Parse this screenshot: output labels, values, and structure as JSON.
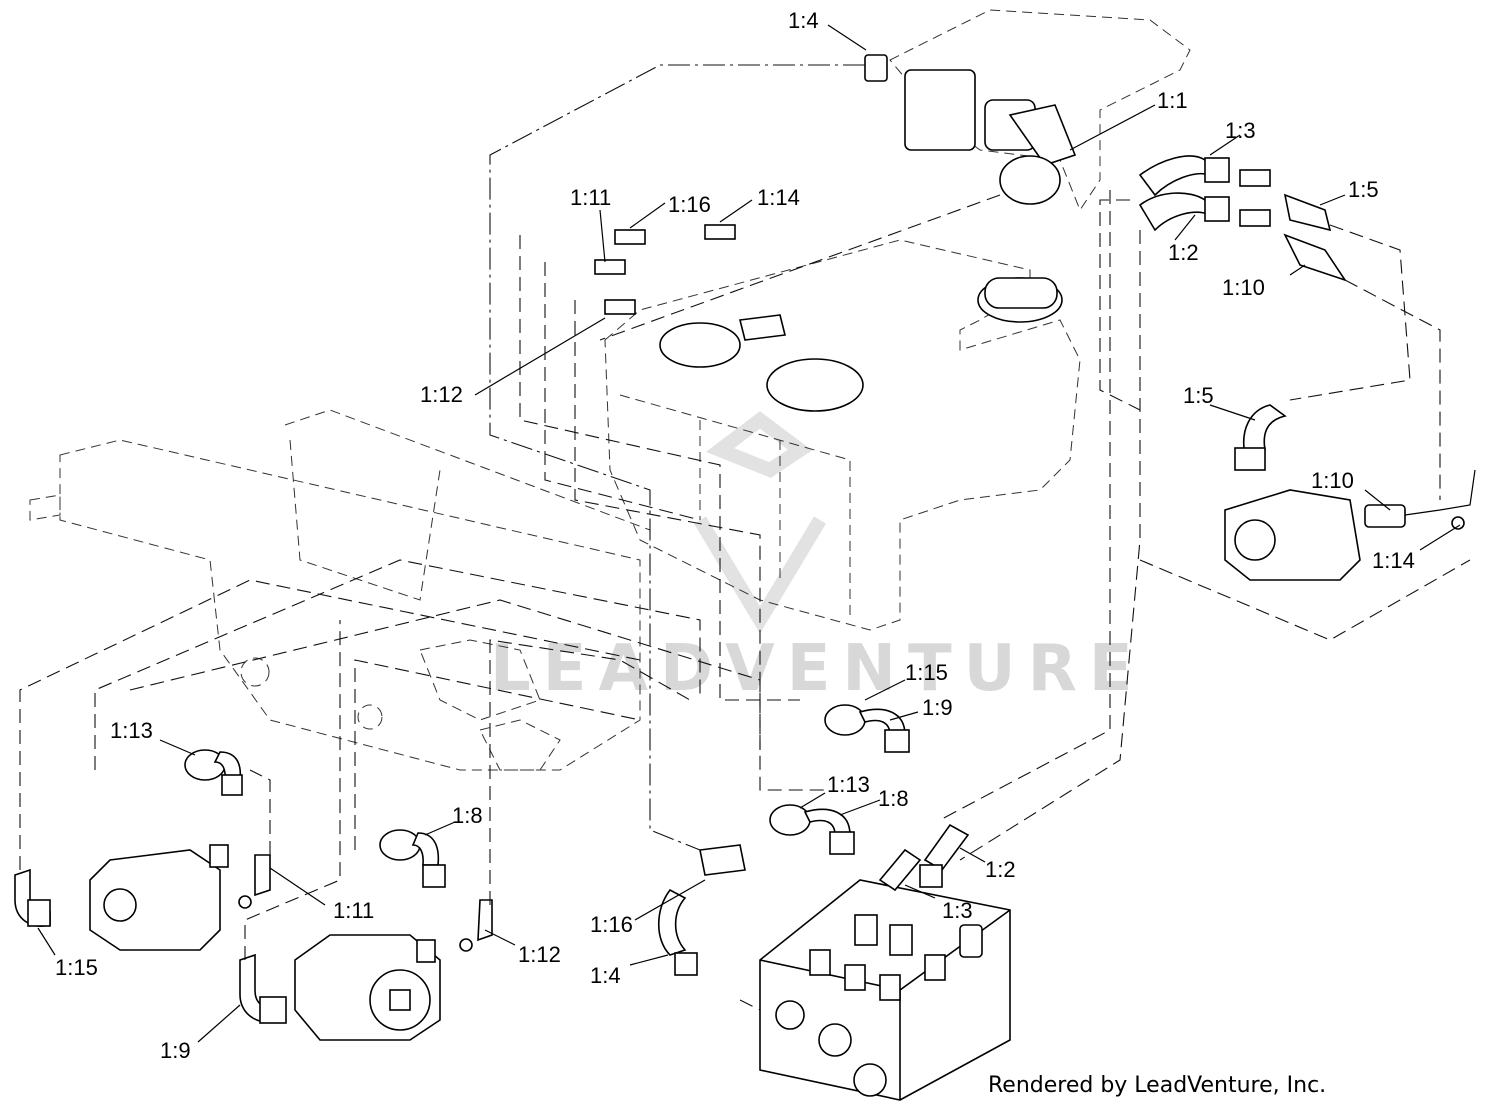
{
  "callouts": [
    {
      "id": "c1",
      "text": "1:4"
    },
    {
      "id": "c2",
      "text": "1:1"
    },
    {
      "id": "c3",
      "text": "1:3"
    },
    {
      "id": "c4",
      "text": "1:5"
    },
    {
      "id": "c5",
      "text": "1:2"
    },
    {
      "id": "c6",
      "text": "1:10"
    },
    {
      "id": "c7",
      "text": "1:11"
    },
    {
      "id": "c8",
      "text": "1:16"
    },
    {
      "id": "c9",
      "text": "1:14"
    },
    {
      "id": "c10",
      "text": "1:12"
    },
    {
      "id": "c11",
      "text": "1:5"
    },
    {
      "id": "c12",
      "text": "1:10"
    },
    {
      "id": "c13",
      "text": "1:14"
    },
    {
      "id": "c14",
      "text": "1:15"
    },
    {
      "id": "c15",
      "text": "1:9"
    },
    {
      "id": "c16",
      "text": "1:13"
    },
    {
      "id": "c17",
      "text": "1:13"
    },
    {
      "id": "c18",
      "text": "1:8"
    },
    {
      "id": "c19",
      "text": "1:8"
    },
    {
      "id": "c20",
      "text": "1:2"
    },
    {
      "id": "c21",
      "text": "1:3"
    },
    {
      "id": "c22",
      "text": "1:11"
    },
    {
      "id": "c23",
      "text": "1:16"
    },
    {
      "id": "c24",
      "text": "1:12"
    },
    {
      "id": "c25",
      "text": "1:15"
    },
    {
      "id": "c26",
      "text": "1:4"
    },
    {
      "id": "c27",
      "text": "1:9"
    }
  ],
  "watermark": "LEADVENTURE",
  "credit": "Rendered by LeadVenture, Inc."
}
